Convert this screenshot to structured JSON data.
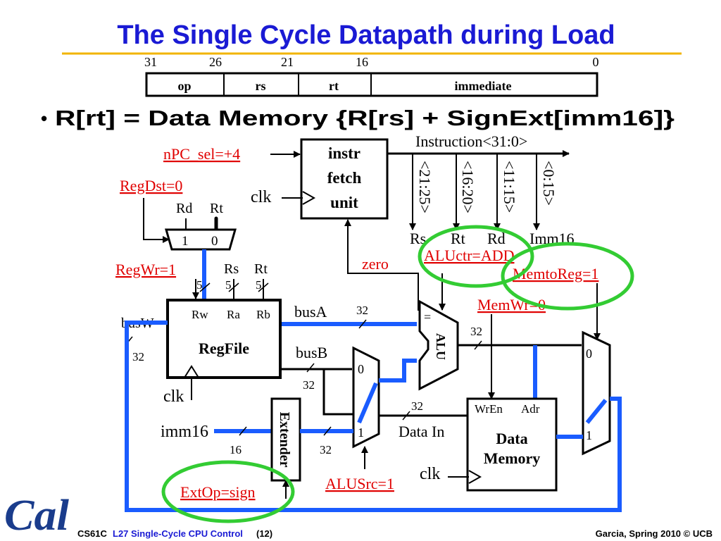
{
  "title": "The Single Cycle Datapath during Load",
  "format": {
    "bit_labels": [
      "31",
      "26",
      "21",
      "16",
      "0"
    ],
    "fields": [
      "op",
      "rs",
      "rt",
      "immediate"
    ]
  },
  "bullet": {
    "marker": "•",
    "text": "R[rt]  =  Data Memory {R[rs] + SignExt[imm16]}"
  },
  "instruction_label": "Instruction<31:0>",
  "ifu": {
    "line1": "instr",
    "line2": "fetch",
    "line3": "unit"
  },
  "bit_ranges": [
    "<21:25>",
    "<16:20>",
    "<11:15>",
    "<0:15>"
  ],
  "field_labels": {
    "rs": "Rs",
    "rt": "Rt",
    "rd": "Rd",
    "imm16": "Imm16"
  },
  "controls": {
    "npc_sel": "nPC_sel=+4",
    "regdst": "RegDst=0",
    "regwr": "RegWr=1",
    "aluctr": "ALUctr=ADD",
    "memtoreg": "MemtoReg=1",
    "memwr": "MemWr=0",
    "extop": "ExtOp=sign",
    "alusrc": "ALUSrc=1"
  },
  "labels": {
    "clk": "clk",
    "rd": "Rd",
    "rt": "Rt",
    "rs": "Rs",
    "mux_1": "1",
    "mux_0": "0",
    "five": "5",
    "rw": "Rw",
    "ra": "Ra",
    "rb": "Rb",
    "regfile": "RegFile",
    "busa": "busA",
    "busb": "busB",
    "busw": "busW",
    "w32": "32",
    "w16": "16",
    "zero": "zero",
    "alu": "ALU",
    "equals": "=",
    "imm16": "imm16",
    "extender": "Extender",
    "data_in": "Data In",
    "wren": "WrEn",
    "adr": "Adr",
    "data": "Data",
    "memory": "Memory"
  },
  "footer": {
    "course": "CS61C",
    "lecture": "L27 Single-Cycle CPU Control",
    "page": "(12)",
    "credit": "Garcia, Spring 2010 © UCB",
    "logo_text": "Cal"
  },
  "colors": {
    "title": "#1a1ad4",
    "bus_highlight": "#1a5cff",
    "control_text": "#e00000",
    "circle": "#33cc33",
    "title_rule": "#f2b400",
    "logo": "#1a3c8c"
  }
}
